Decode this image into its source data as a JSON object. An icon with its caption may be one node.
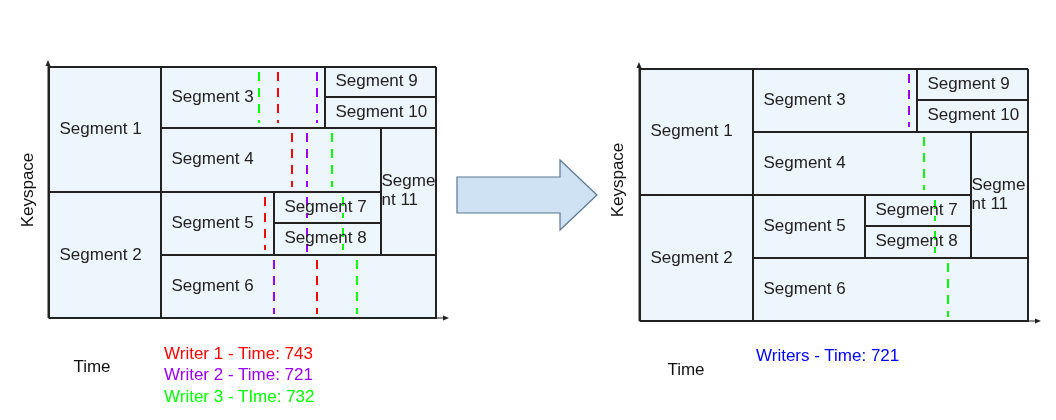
{
  "diagram": {
    "nodes": [
      {
        "text": [],
        "shape": "box"
      },
      {
        "text": [
          "Segment 1"
        ],
        "in": 0
      },
      {
        "text": [
          "Segment 2"
        ],
        "in": 0
      },
      {
        "text": [
          "Segment 3"
        ],
        "in": 0
      },
      {
        "text": [
          "Segment 4"
        ],
        "in": 0
      },
      {
        "text": [
          "Segment 5"
        ],
        "in": 0
      },
      {
        "text": [
          "Segment 6"
        ],
        "in": 0
      },
      {
        "text": [
          "Segment 7"
        ],
        "in": 0
      },
      {
        "text": [
          "Segment 8"
        ],
        "in": 0
      },
      {
        "text": [
          "Segment 9"
        ],
        "in": 0
      },
      {
        "text": [
          "Segment 10"
        ],
        "in": 0
      },
      {
        "text": [
          "Segment 11"
        ],
        "in": 0
      },
      {
        "text": [],
        "shape": "box"
      },
      {
        "text": [
          "Segment 1"
        ],
        "in": 12
      },
      {
        "text": [
          "Segment 2"
        ],
        "in": 12
      },
      {
        "text": [
          "Segment 3"
        ],
        "in": 12
      },
      {
        "text": [
          "Segment 4"
        ],
        "in": 12
      },
      {
        "text": [
          "Segment 5"
        ],
        "in": 12
      },
      {
        "text": [
          "Segment 6"
        ],
        "in": 12
      },
      {
        "text": [
          "Segment 7"
        ],
        "in": 12
      },
      {
        "text": [
          "Segment 8"
        ],
        "in": 12
      },
      {
        "text": [
          "Segment 9"
        ],
        "in": 12
      },
      {
        "text": [
          "Segment 10"
        ],
        "in": 12
      },
      {
        "text": [
          "Segment 11"
        ],
        "in": 12
      }
    ],
    "edges": [
      {
        "from": 0,
        "to": 12,
        "arrow": "to",
        "style": "thick"
      }
    ],
    "labels": [
      "Keyspace",
      "Time",
      "Keyspace",
      "Time"
    ],
    "legend": [
      {
        "text": "Writer 1 - Time: 743",
        "color": "#ff0000"
      },
      {
        "text": "Writer 2 - Time: 721",
        "color": "#9900ff"
      },
      {
        "text": "Writer 3 - TIme: 732",
        "color": "#00ff00"
      },
      {
        "text": "Writers - Time: 721",
        "color": "#0000ff"
      }
    ]
  }
}
